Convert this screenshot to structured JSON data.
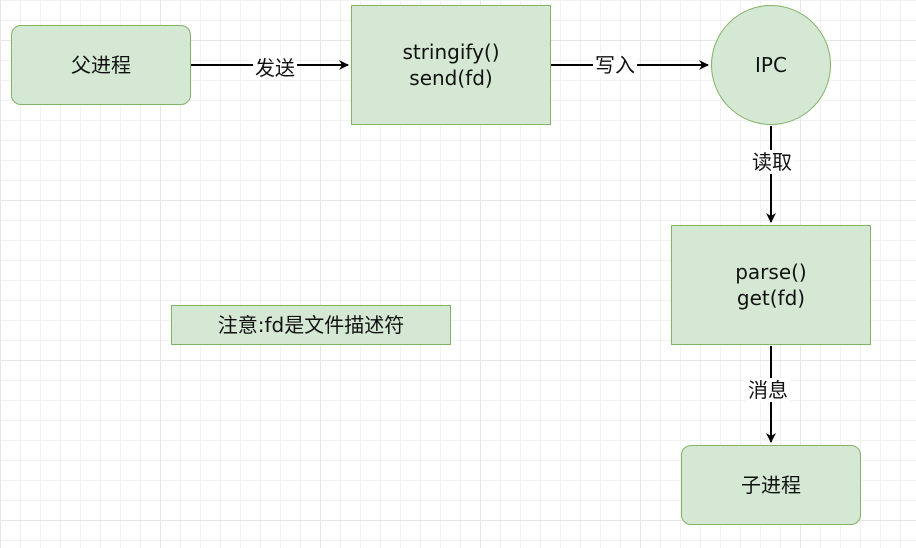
{
  "diagram": {
    "nodes": {
      "parent_process": {
        "label": "父进程"
      },
      "serialize": {
        "line1": "stringify()",
        "line2": "send(fd)"
      },
      "ipc": {
        "label": "IPC"
      },
      "deserialize": {
        "line1": "parse()",
        "line2": "get(fd)"
      },
      "child_process": {
        "label": "子进程"
      },
      "note": {
        "label": "注意:fd是文件描述符"
      }
    },
    "edges": {
      "send": {
        "label": "发送"
      },
      "write": {
        "label": "写入"
      },
      "read": {
        "label": "读取"
      },
      "message": {
        "label": "消息"
      }
    }
  },
  "colors": {
    "node_fill": "#d5e8d4",
    "node_stroke": "#82b366",
    "edge": "#000000"
  }
}
